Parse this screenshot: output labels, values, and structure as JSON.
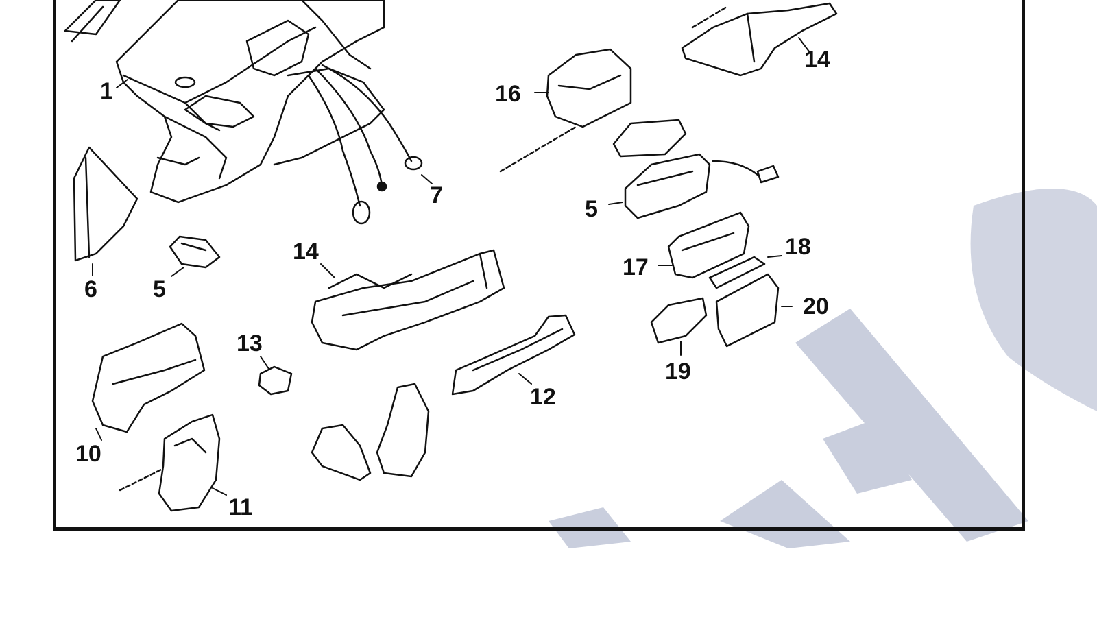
{
  "diagram": {
    "callouts": [
      {
        "id": "c1",
        "text": "1"
      },
      {
        "id": "c16",
        "text": "16"
      },
      {
        "id": "c14a",
        "text": "14"
      },
      {
        "id": "c7",
        "text": "7"
      },
      {
        "id": "c5a",
        "text": "5"
      },
      {
        "id": "c6",
        "text": "6"
      },
      {
        "id": "c5b",
        "text": "5"
      },
      {
        "id": "c14b",
        "text": "14"
      },
      {
        "id": "c17",
        "text": "17"
      },
      {
        "id": "c18",
        "text": "18"
      },
      {
        "id": "c20",
        "text": "20"
      },
      {
        "id": "c13",
        "text": "13"
      },
      {
        "id": "c19",
        "text": "19"
      },
      {
        "id": "c12",
        "text": "12"
      },
      {
        "id": "c10",
        "text": "10"
      },
      {
        "id": "c11",
        "text": "11"
      }
    ]
  },
  "colors": {
    "line": "#111111",
    "watermark": "#c9cedd"
  }
}
